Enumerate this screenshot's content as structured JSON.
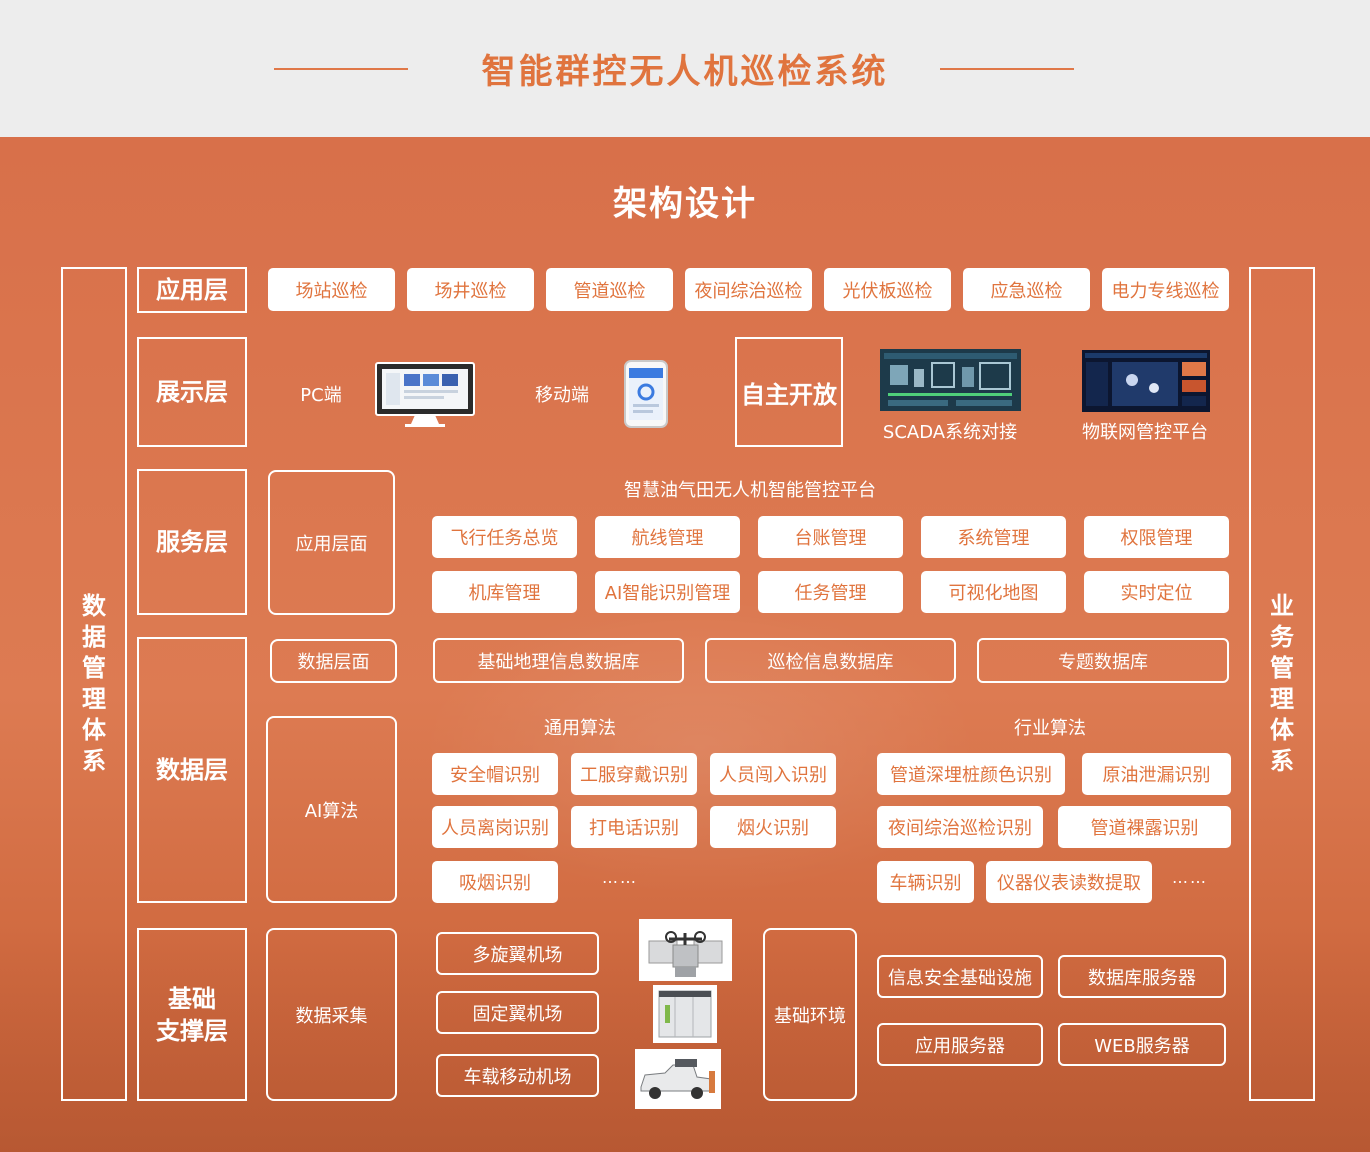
{
  "header": {
    "title": "智能群控无人机巡检系统"
  },
  "section_title": "架构设计",
  "side": {
    "left": "数据管理体系",
    "right": "业务管理体系"
  },
  "layers": {
    "app": "应用层",
    "display": "展示层",
    "service": "服务层",
    "data": "数据层",
    "base": "基础\n支撑层"
  },
  "app_items": [
    "场站巡检",
    "场井巡检",
    "管道巡检",
    "夜间综治巡检",
    "光伏板巡检",
    "应急巡检",
    "电力专线巡检"
  ],
  "display": {
    "pc_label": "PC端",
    "mobile_label": "移动端",
    "open_label": "自主开放",
    "scada_label": "SCADA系统对接",
    "iot_label": "物联网管控平台"
  },
  "service": {
    "app_plane": "应用层面",
    "platform_title": "智慧油气田无人机智能管控平台",
    "row1": [
      "飞行任务总览",
      "航线管理",
      "台账管理",
      "系统管理",
      "权限管理"
    ],
    "row2": [
      "机库管理",
      "AI智能识别管理",
      "任务管理",
      "可视化地图",
      "实时定位"
    ]
  },
  "data": {
    "data_plane": "数据层面",
    "databases": [
      "基础地理信息数据库",
      "巡检信息数据库",
      "专题数据库"
    ],
    "ai_label": "AI算法",
    "general_title": "通用算法",
    "industry_title": "行业算法",
    "general": [
      "安全帽识别",
      "工服穿戴识别",
      "人员闯入识别",
      "人员离岗识别",
      "打电话识别",
      "烟火识别",
      "吸烟识别"
    ],
    "industry": [
      "管道深埋桩颜色识别",
      "原油泄漏识别",
      "夜间综治巡检识别",
      "管道裸露识别",
      "车辆识别",
      "仪器仪表读数提取"
    ],
    "ellipsis": "……"
  },
  "base": {
    "collect": "数据采集",
    "docks": [
      "多旋翼机场",
      "固定翼机场",
      "车载移动机场"
    ],
    "env": "基础环境",
    "infra": [
      "信息安全基础设施",
      "数据库服务器",
      "应用服务器",
      "WEB服务器"
    ]
  },
  "colors": {
    "accent": "#e0743e",
    "panel": "#dc7650",
    "header_bg": "#ededed"
  }
}
